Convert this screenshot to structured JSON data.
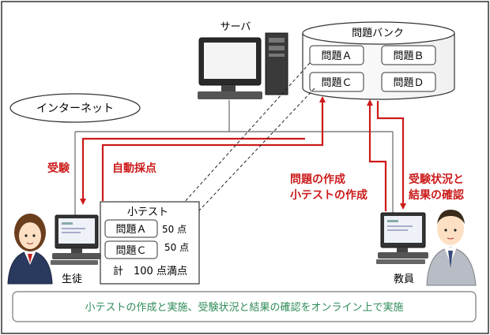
{
  "labels": {
    "server": "サーバ",
    "bank": "問題バンク",
    "internet": "インターネット",
    "student": "生徒",
    "teacher": "教員",
    "quiz_title": "小テスト",
    "quiz_total": "計　100 点満点",
    "caption": "小テストの作成と実施、受験状況と結果の確認をオンライン上で実施"
  },
  "bank_problems": [
    "問題Ａ",
    "問題Ｂ",
    "問題Ｃ",
    "問題Ｄ"
  ],
  "quiz_items": [
    {
      "name": "問題Ａ",
      "points": "50 点"
    },
    {
      "name": "問題Ｃ",
      "points": "50 点"
    }
  ],
  "flows": {
    "take_exam": "受験",
    "auto_grading": "自動採点",
    "create_problems": "問題の作成",
    "create_quiz": "小テストの作成",
    "check_status_1": "受験状況と",
    "check_status_2": "結果の確認"
  },
  "colors": {
    "flow_red": "#cc1a1a",
    "caption_green": "#2e8b57",
    "outline": "#333333"
  }
}
